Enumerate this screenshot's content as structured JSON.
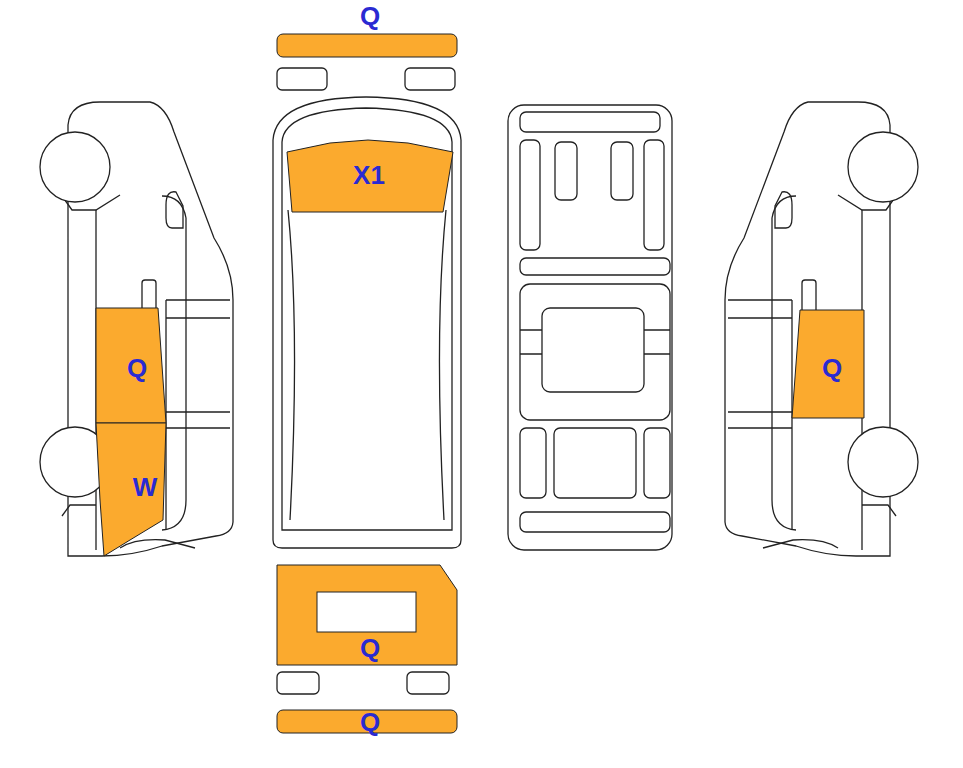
{
  "diagram": {
    "nodes": [
      {
        "text": [
          "Q"
        ]
      },
      {
        "text": [
          "X1"
        ]
      },
      {
        "text": [
          "Q"
        ]
      },
      {
        "text": [
          "Q"
        ]
      },
      {
        "text": [
          "W"
        ]
      },
      {
        "text": [
          "Q"
        ]
      },
      {
        "text": [
          "Q"
        ]
      }
    ]
  }
}
